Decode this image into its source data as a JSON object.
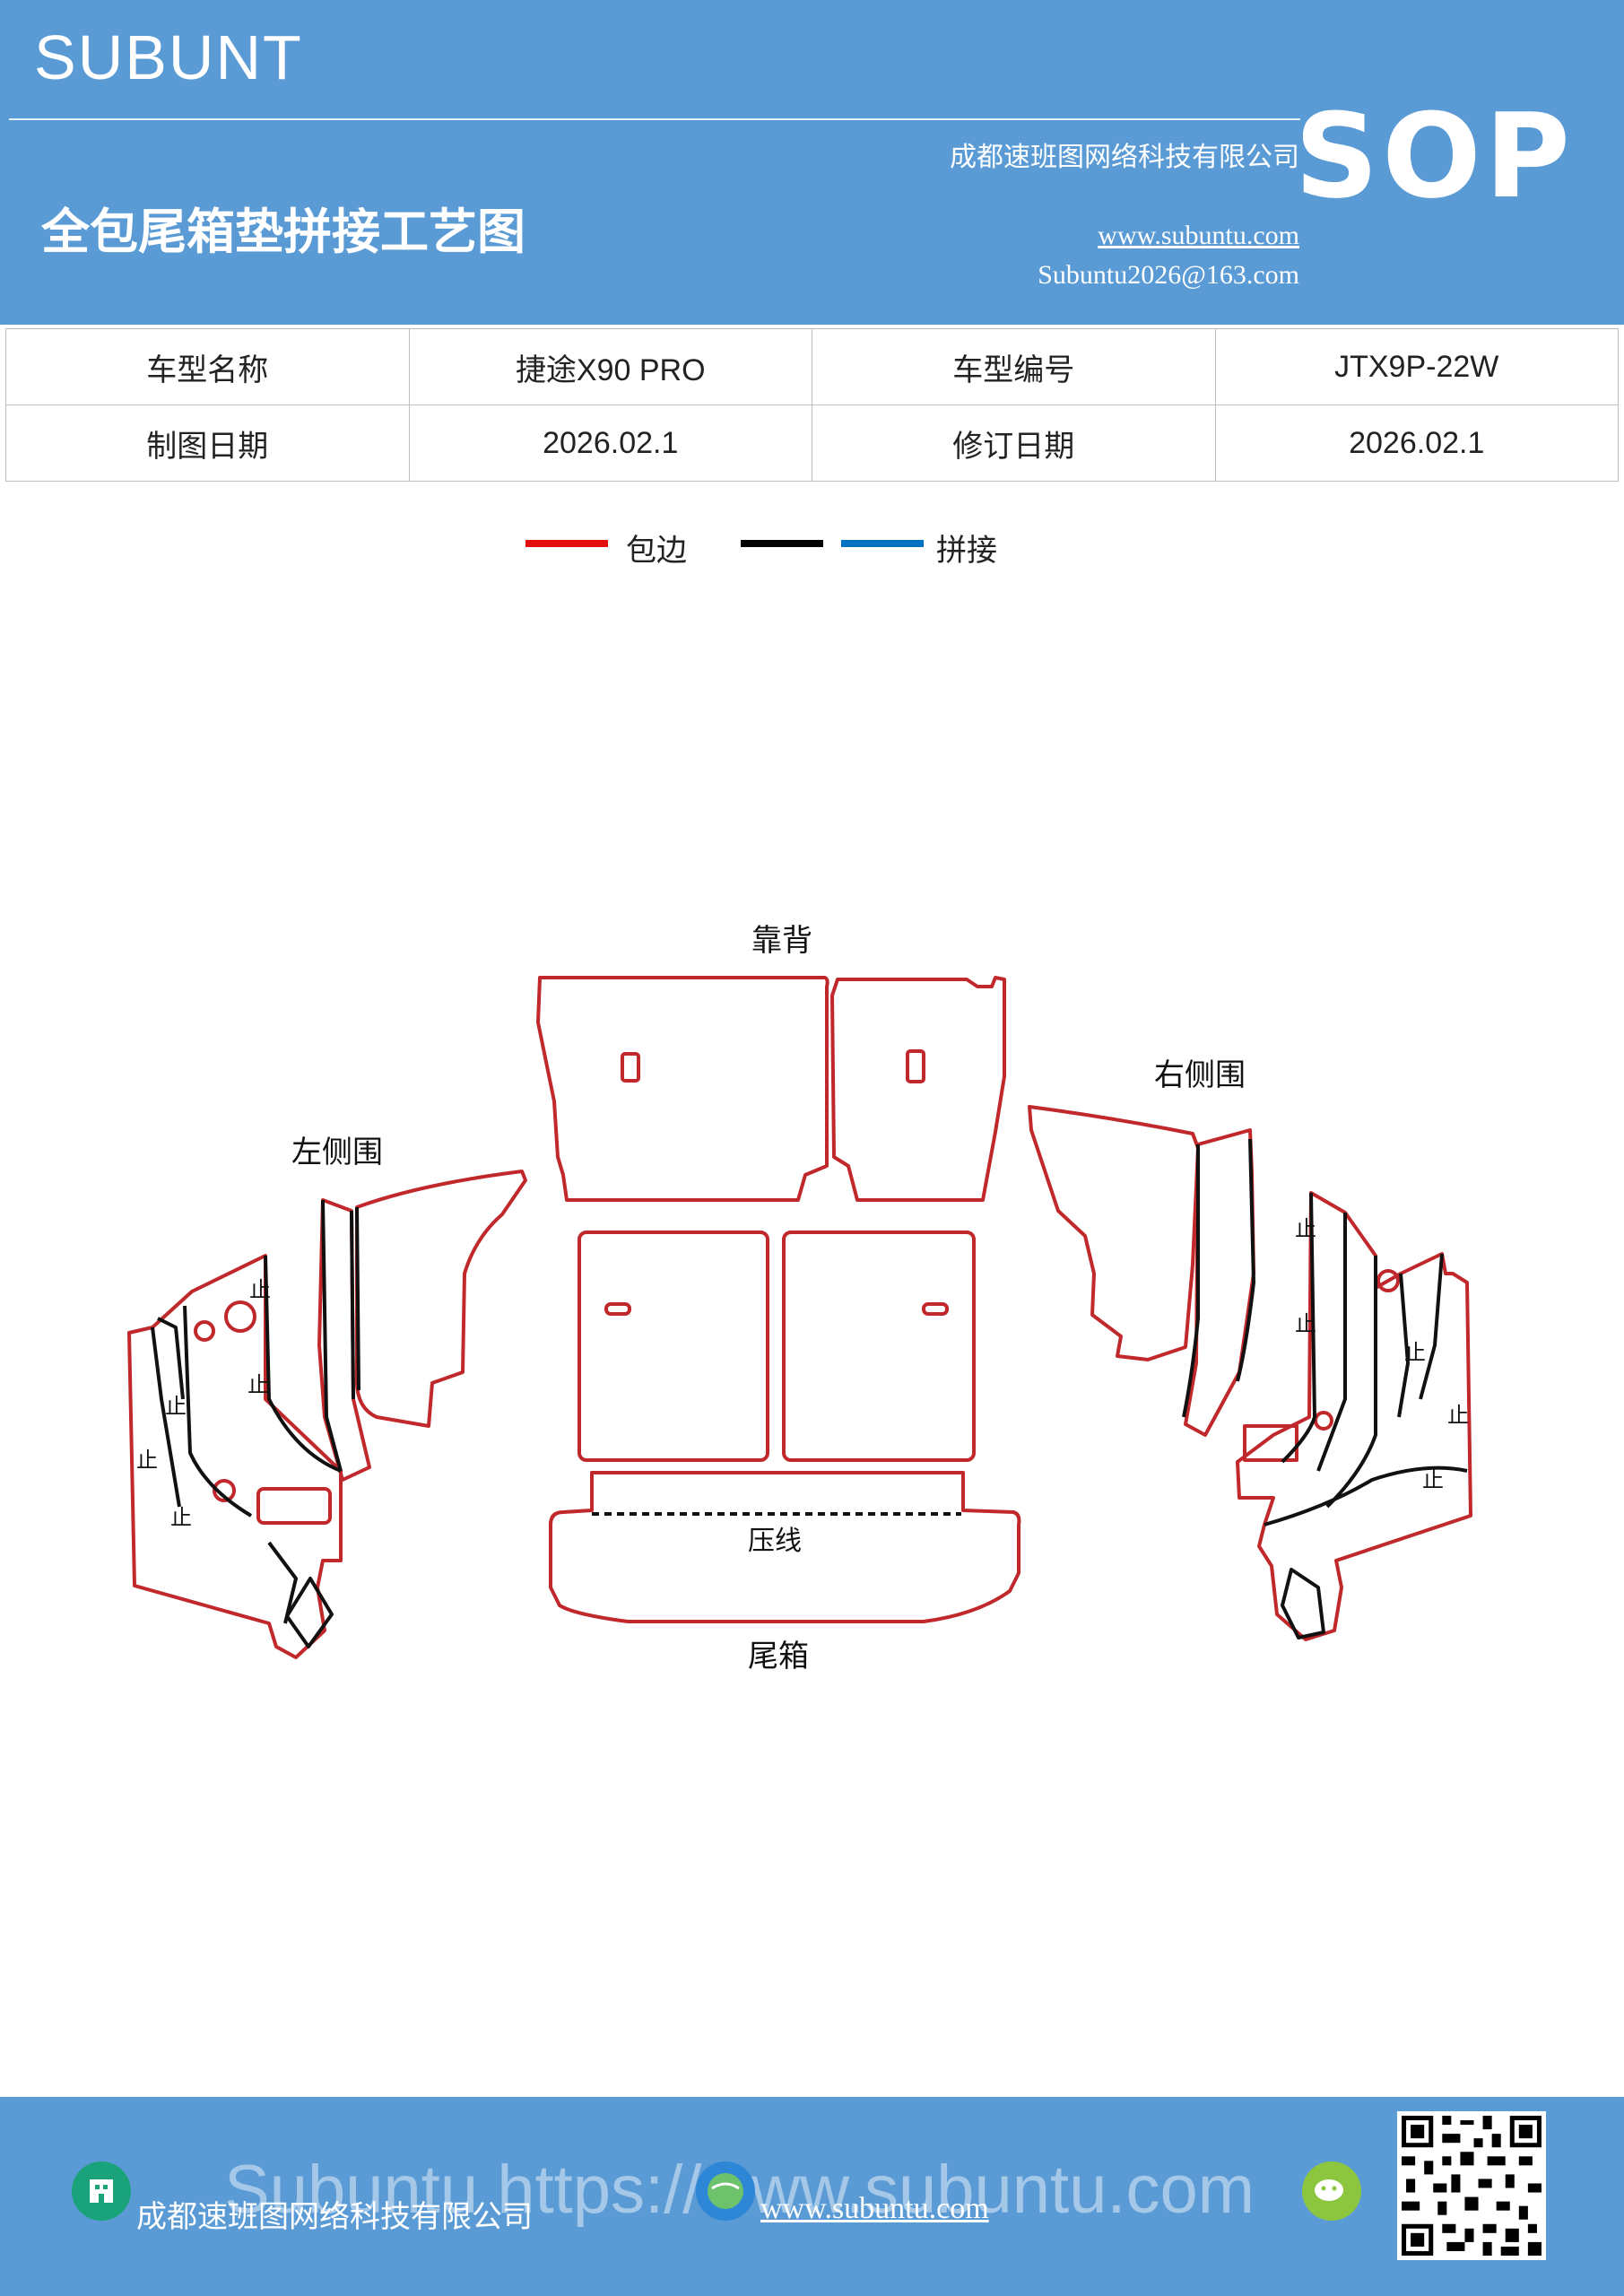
{
  "header": {
    "brand": "SUBUNT",
    "title": "全包尾箱垫拼接工艺图",
    "company": "成都速班图网络科技有限公司",
    "url": "www.subuntu.com",
    "email": "Subuntu2026@163.com",
    "badge": "SOP",
    "color": "#5b9bd5"
  },
  "info": {
    "model_name_label": "车型名称",
    "model_name": "捷途X90  PRO",
    "model_code_label": "车型编号",
    "model_code": "JTX9P-22W",
    "draw_date_label": "制图日期",
    "draw_date": "2026.02.1",
    "revise_date_label": "修订日期",
    "revise_date": "2026.02.1"
  },
  "legend": {
    "edge_label": "包边",
    "edge_color": "#e30d0d",
    "splice_label": "拼接",
    "splice_colors": [
      "#000000",
      "#0070c0"
    ]
  },
  "diagram": {
    "backrest": "靠背",
    "left_side": "左侧围",
    "right_side": "右侧围",
    "crease": "压线",
    "trunk": "尾箱",
    "stop_mark": "止",
    "outline_color": "#c0282b",
    "splice_color": "#111111"
  },
  "footer": {
    "company": "成都速班图网络科技有限公司",
    "url": "www.subuntu.com",
    "watermark": "Subuntu https://www.subuntu.com"
  }
}
